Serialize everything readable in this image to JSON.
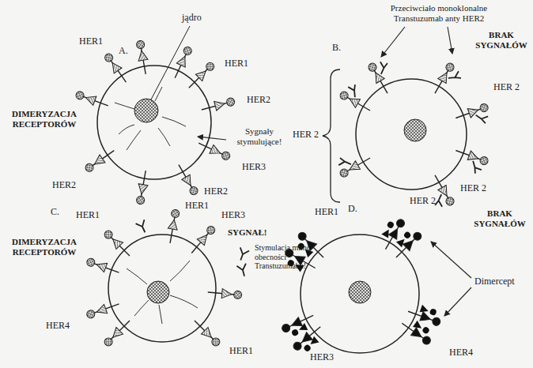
{
  "diagram": {
    "labels": [
      "A.",
      "jądro",
      "DIMERYZACJA RECEPTORÓW",
      "HER1",
      "HER1",
      "HER2",
      "Sygnały stymulujące!",
      "HER2",
      "HER3",
      "HER2",
      "B.",
      "Przeciwciało monoklonalne Transtuzumab anty HER2",
      "BRAK SYGNAŁÓW",
      "HER 2",
      "HER 2",
      "HER 2",
      "C.",
      "DIMERYZACJA RECEPTORÓW",
      "HER1",
      "HER1",
      "HER3",
      "SYGNAŁ!",
      "Stymulacja mimo obecności Transtuzumabu!",
      "HER4",
      "HER1",
      "D.",
      "HER1",
      "HER 2",
      "BRAK SYGNAŁÓW",
      "Dimercept",
      "HER4",
      "HER3"
    ]
  }
}
